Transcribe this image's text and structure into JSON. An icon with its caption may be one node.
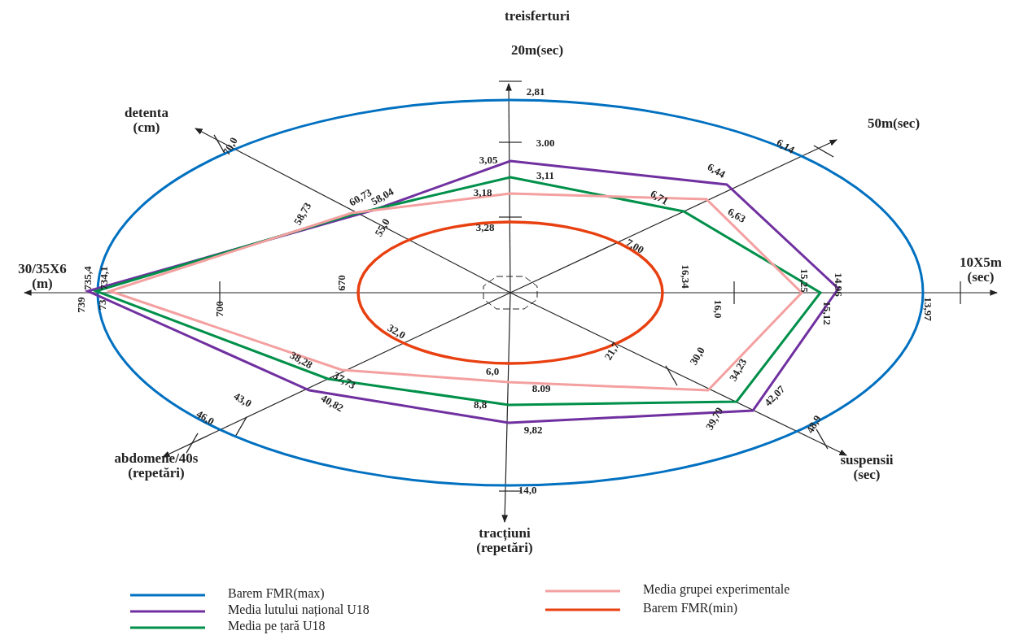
{
  "diagram": {
    "labels": [
      "treisferturi",
      "20m(sec)",
      "2,81",
      "3.00",
      "detenta (cm)",
      "70,0",
      "50m(sec)",
      "6,14",
      "3,05",
      "6,44",
      "3,11",
      "60,73",
      "58,04",
      "6,71",
      "3,18",
      "6,63",
      "58,73",
      "55,0",
      "3,28",
      "7,00",
      "30/35X6 (m)",
      "735,4",
      "734,1",
      "670",
      "16,34",
      "15,25",
      "14,96",
      "10X5m (sec)",
      "739",
      "73",
      "700",
      "16,0",
      "15,12",
      "13,97",
      "32,0",
      "38,28",
      "37,73",
      "6,0",
      "21,7",
      "30,0",
      "34,23",
      "8.09",
      "43,0",
      "40,82",
      "8,8",
      "42,07",
      "46,0",
      "9,82",
      "39,79",
      "48,9",
      "abdomene/40s (repetări)",
      "suspensii (sec)",
      "14,0",
      "tracțiuni (repetări)"
    ],
    "legend": [
      {
        "text": "Barem FMR(max)"
      },
      {
        "text": "Media lutului național U18"
      },
      {
        "text": "Media pe țară U18"
      },
      {
        "text": "Media grupei experimentale"
      },
      {
        "text": "Barem FMR(min)"
      }
    ]
  }
}
